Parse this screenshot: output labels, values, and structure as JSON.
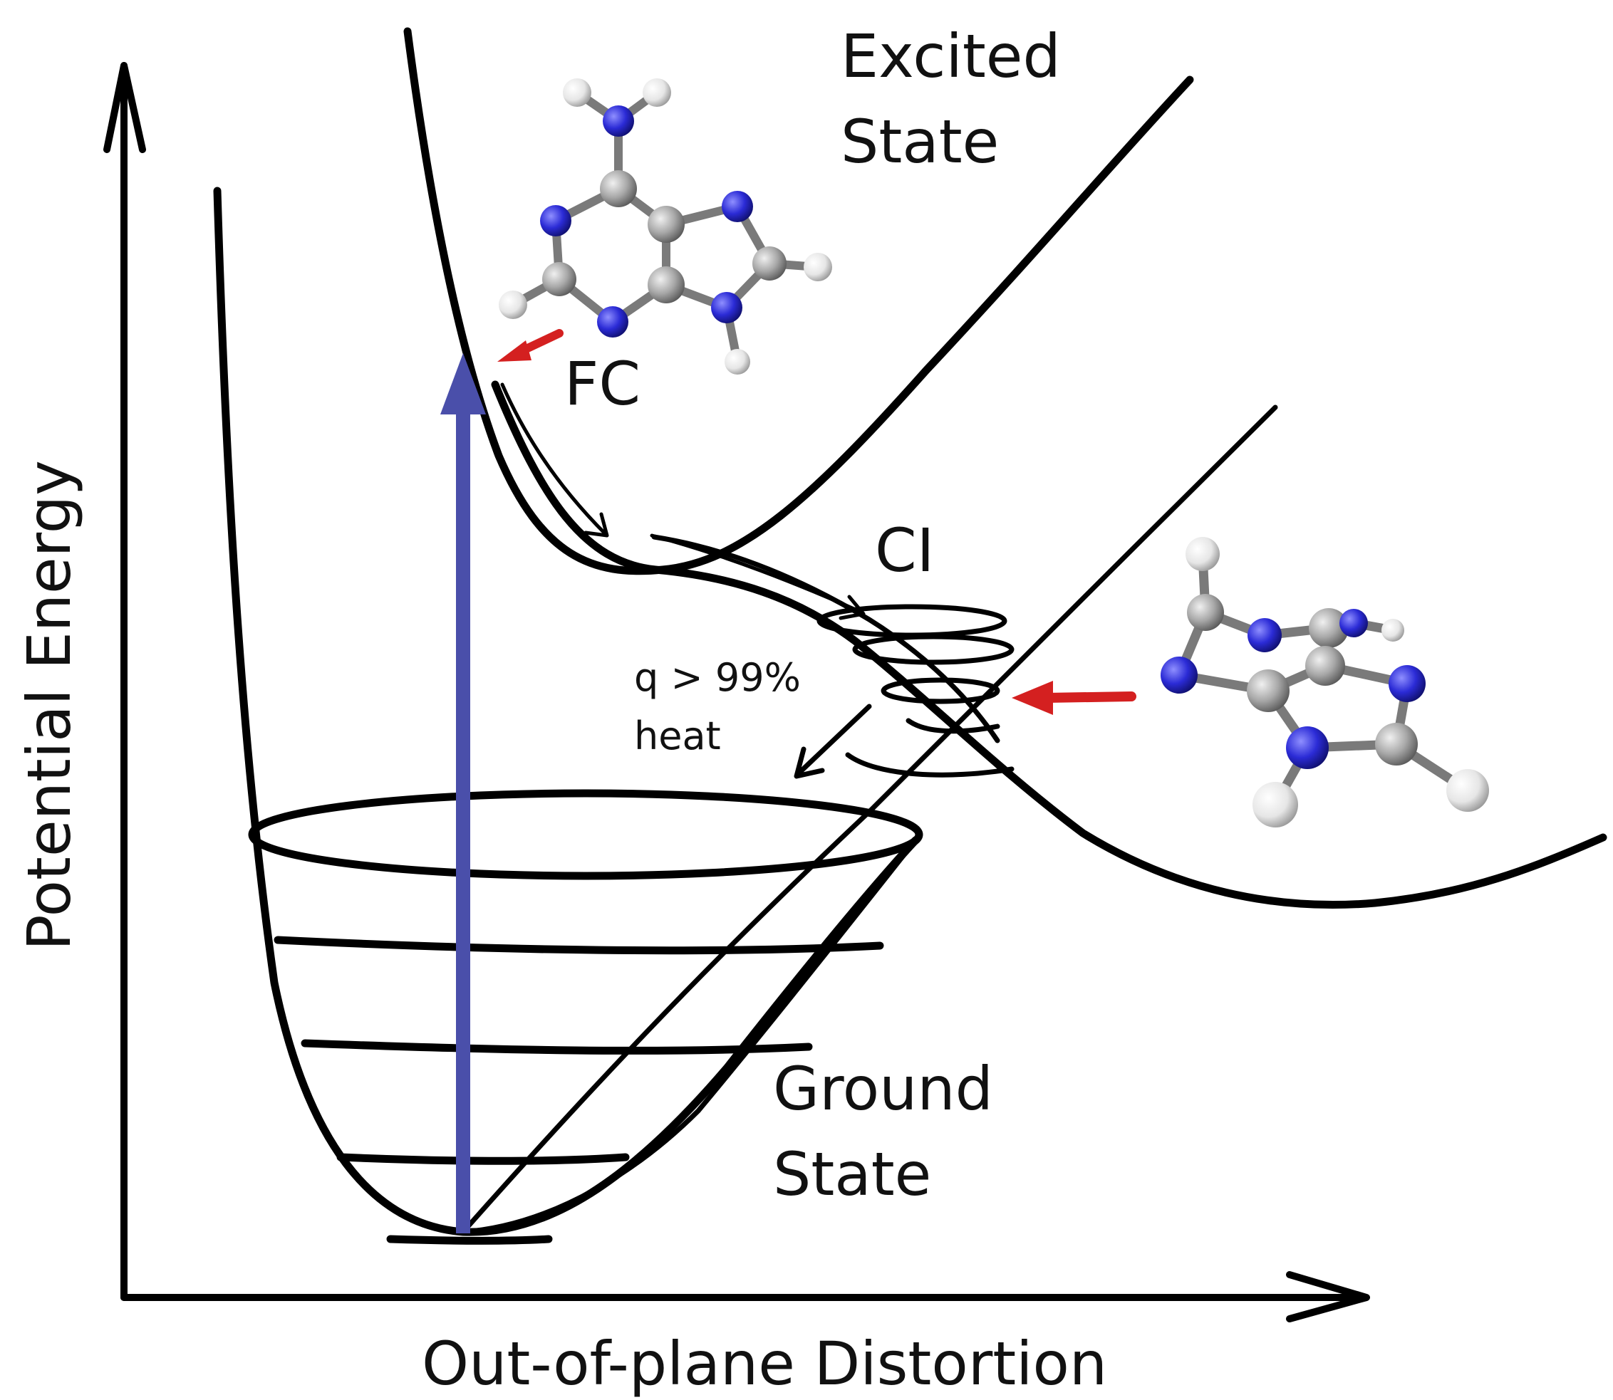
{
  "axes": {
    "y_label": "Potential Energy",
    "x_label": "Out-of-plane Distortion"
  },
  "labels": {
    "excited_state_line1": "Excited",
    "excited_state_line2": "State",
    "fc": "FC",
    "ci": "CI",
    "quantum_line1": "q > 99%",
    "quantum_line2": "heat",
    "ground_state_line1": "Ground",
    "ground_state_line2": "State"
  },
  "colors": {
    "excitation_arrow": "#4a4faa",
    "pointer_arrow": "#d42020",
    "nitrogen": "#2b2bd6",
    "carbon": "#a8a8a8",
    "hydrogen": "#eeeeee",
    "curve": "#000000"
  },
  "molecules": [
    {
      "name": "planar-adenine-molecule",
      "position": "top-center"
    },
    {
      "name": "distorted-adenine-molecule",
      "position": "right"
    }
  ]
}
